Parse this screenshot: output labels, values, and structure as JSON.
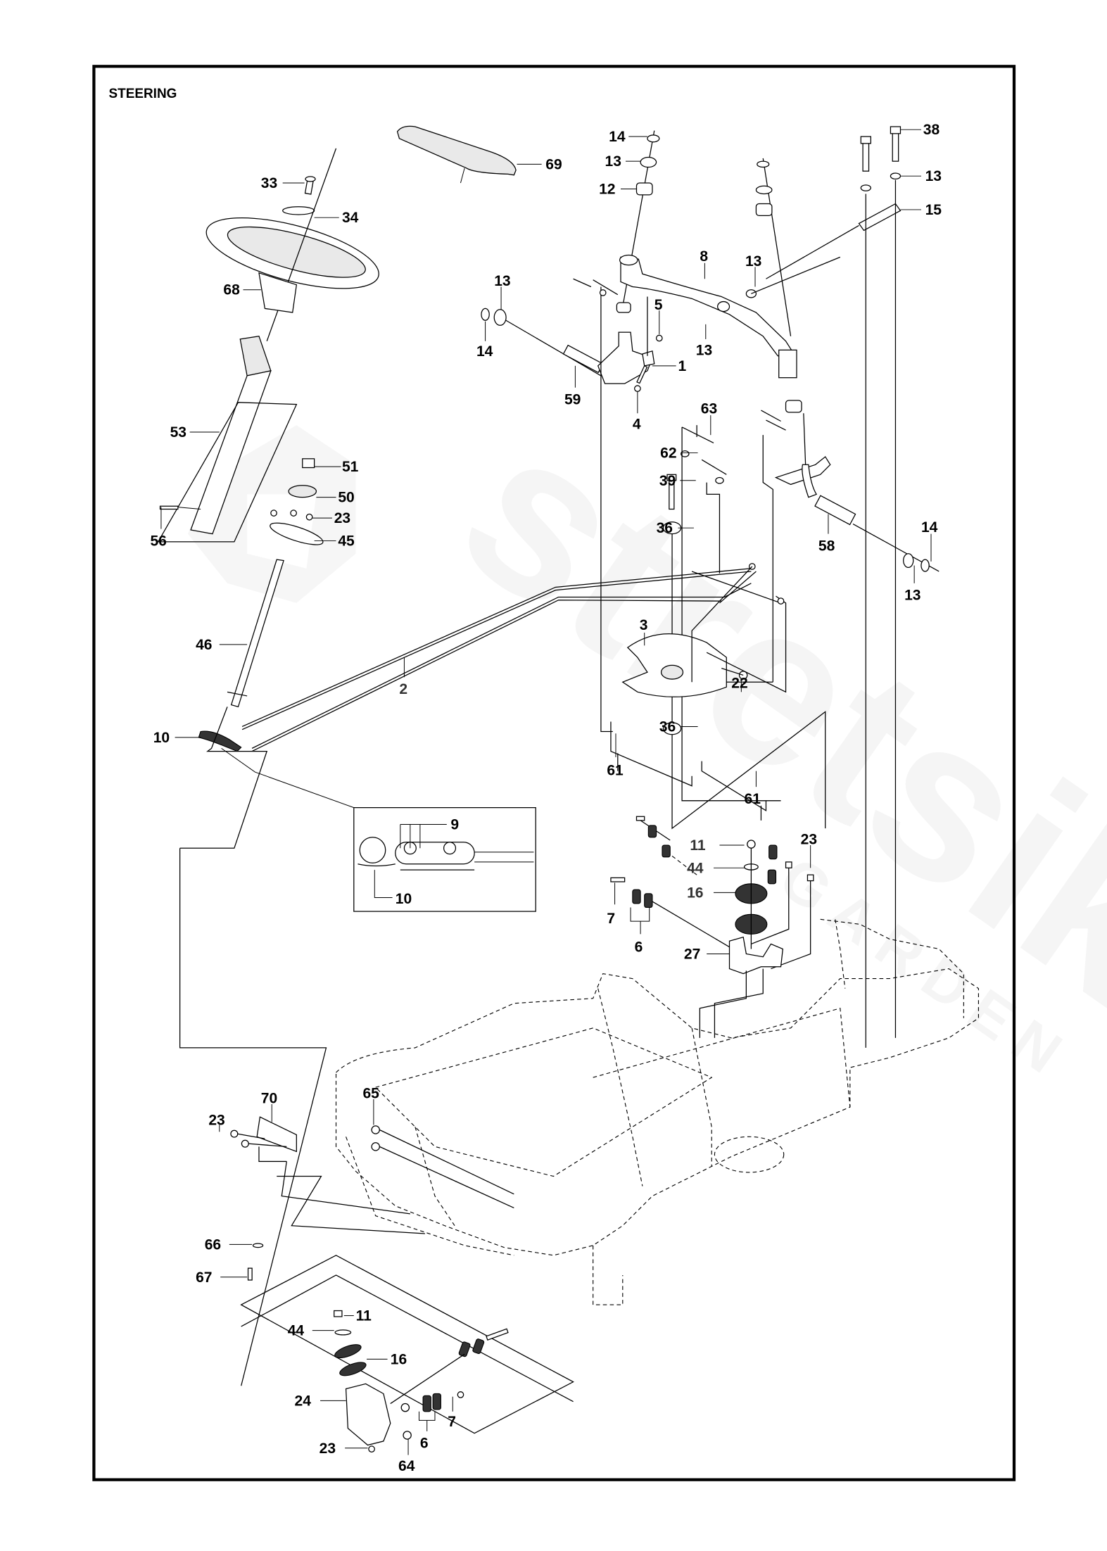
{
  "page": {
    "title": "STEERING",
    "watermark": {
      "brand": "stretsik",
      "sub": "GARDEN"
    }
  },
  "callouts": [
    {
      "id": "69",
      "label": "69"
    },
    {
      "id": "33",
      "label": "33"
    },
    {
      "id": "34",
      "label": "34"
    },
    {
      "id": "68",
      "label": "68"
    },
    {
      "id": "53",
      "label": "53"
    },
    {
      "id": "51",
      "label": "51"
    },
    {
      "id": "50",
      "label": "50"
    },
    {
      "id": "23a",
      "label": "23"
    },
    {
      "id": "45",
      "label": "45"
    },
    {
      "id": "56",
      "label": "56"
    },
    {
      "id": "46",
      "label": "46"
    },
    {
      "id": "2",
      "label": "2"
    },
    {
      "id": "10a",
      "label": "10"
    },
    {
      "id": "9",
      "label": "9"
    },
    {
      "id": "10b",
      "label": "10"
    },
    {
      "id": "14a",
      "label": "14"
    },
    {
      "id": "13a",
      "label": "13"
    },
    {
      "id": "12",
      "label": "12"
    },
    {
      "id": "8",
      "label": "8"
    },
    {
      "id": "13b",
      "label": "13"
    },
    {
      "id": "38",
      "label": "38"
    },
    {
      "id": "13c",
      "label": "13"
    },
    {
      "id": "15",
      "label": "15"
    },
    {
      "id": "13d",
      "label": "13"
    },
    {
      "id": "14b",
      "label": "14"
    },
    {
      "id": "5",
      "label": "5"
    },
    {
      "id": "13e",
      "label": "13"
    },
    {
      "id": "1",
      "label": "1"
    },
    {
      "id": "59",
      "label": "59"
    },
    {
      "id": "4",
      "label": "4"
    },
    {
      "id": "63",
      "label": "63"
    },
    {
      "id": "62",
      "label": "62"
    },
    {
      "id": "39",
      "label": "39"
    },
    {
      "id": "36a",
      "label": "36"
    },
    {
      "id": "58",
      "label": "58"
    },
    {
      "id": "14c",
      "label": "14"
    },
    {
      "id": "13f",
      "label": "13"
    },
    {
      "id": "3",
      "label": "3"
    },
    {
      "id": "22",
      "label": "22"
    },
    {
      "id": "36b",
      "label": "36"
    },
    {
      "id": "61a",
      "label": "61"
    },
    {
      "id": "61b",
      "label": "61"
    },
    {
      "id": "11a",
      "label": "11"
    },
    {
      "id": "23b",
      "label": "23"
    },
    {
      "id": "44a",
      "label": "44"
    },
    {
      "id": "16a",
      "label": "16"
    },
    {
      "id": "7a",
      "label": "7"
    },
    {
      "id": "6a",
      "label": "6"
    },
    {
      "id": "27",
      "label": "27"
    },
    {
      "id": "65",
      "label": "65"
    },
    {
      "id": "70",
      "label": "70"
    },
    {
      "id": "23c",
      "label": "23"
    },
    {
      "id": "66",
      "label": "66"
    },
    {
      "id": "67",
      "label": "67"
    },
    {
      "id": "11b",
      "label": "11"
    },
    {
      "id": "44b",
      "label": "44"
    },
    {
      "id": "16b",
      "label": "16"
    },
    {
      "id": "24",
      "label": "24"
    },
    {
      "id": "7b",
      "label": "7"
    },
    {
      "id": "6b",
      "label": "6"
    },
    {
      "id": "23d",
      "label": "23"
    },
    {
      "id": "64",
      "label": "64"
    }
  ]
}
